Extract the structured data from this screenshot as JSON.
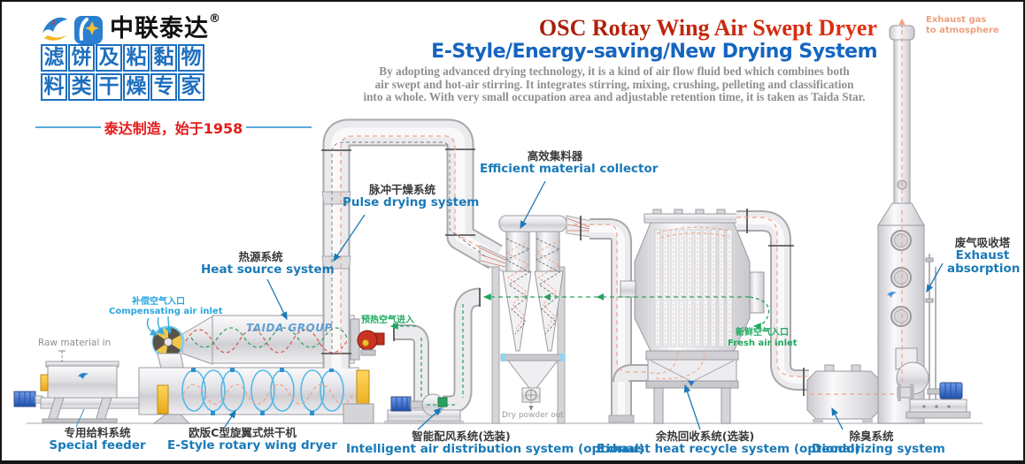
{
  "brand": {
    "logo_text": "中联泰达",
    "reg": "®",
    "stamp_row1": [
      "滤",
      "饼",
      "及",
      "粘",
      "黏",
      "物"
    ],
    "stamp_row2": [
      "料",
      "类",
      "干",
      "燥",
      "专",
      "家"
    ],
    "tagline": "泰达制造，始于1958"
  },
  "header": {
    "title": "OSC Rotay Wing Air Swept Dryer",
    "subtitle": "E-Style/Energy-saving/New Drying System",
    "description_lines": [
      "By adopting advanced drying technology, it is a kind of air flow fluid bed which combines both",
      "air swept and hot-air stirring. It integrates stirring, mixing, crushing, pelleting and classification",
      "into a whole. With very small occupation area and adjustable retention time, it is taken as Taida Star."
    ]
  },
  "labels": {
    "raw_material_in": "Raw material in",
    "compensating_air_cn": "补偿空气入口",
    "compensating_air_en": "Compensating air inlet",
    "special_feeder_cn": "专用给料系统",
    "special_feeder_en": "Special feeder",
    "rotary_dryer_cn": "欧版C型旋翼式烘干机",
    "rotary_dryer_en": "E-Style rotary wing dryer",
    "heat_source_cn": "热源系统",
    "heat_source_en": "Heat source system",
    "pulse_drying_cn": "脉冲干燥系统",
    "pulse_drying_en": "Pulse drying system",
    "preheated_air_cn": "预热空气进入",
    "intelligent_air_cn": "智能配风系统(选装)",
    "intelligent_air_en": "Intelligent air distribution system (optional)",
    "collector_cn": "高效集料器",
    "collector_en": "Efficient material collector",
    "dry_powder_out": "Dry powder out",
    "fresh_air_cn": "新鲜空气入口",
    "fresh_air_en": "Fresh air inlet",
    "heat_recycle_cn": "余热回收系统(选装)",
    "heat_recycle_en": "Exhaust heat recycle system (optional)",
    "deodorizing_cn": "除臭系统",
    "deodorizing_en": "Deodorizing system",
    "absorption_cn": "废气吸收塔",
    "absorption_en1": "Exhaust",
    "absorption_en2": "absorption",
    "exhaust_gas_line1": "Exhaust gas",
    "exhaust_gas_line2": "to atmosphere",
    "watermark": "TAIDA GROUP"
  },
  "colors": {
    "brand_blue": "#1e6fbf",
    "title_red": "#cf2010",
    "subtitle_blue": "#1565c0",
    "label_blue": "#1a7ab8",
    "label_cyan": "#2aa6dd",
    "flow_green": "#1ea95e",
    "flow_orange": "#f0a285",
    "tagline_red": "#e21b1b"
  }
}
